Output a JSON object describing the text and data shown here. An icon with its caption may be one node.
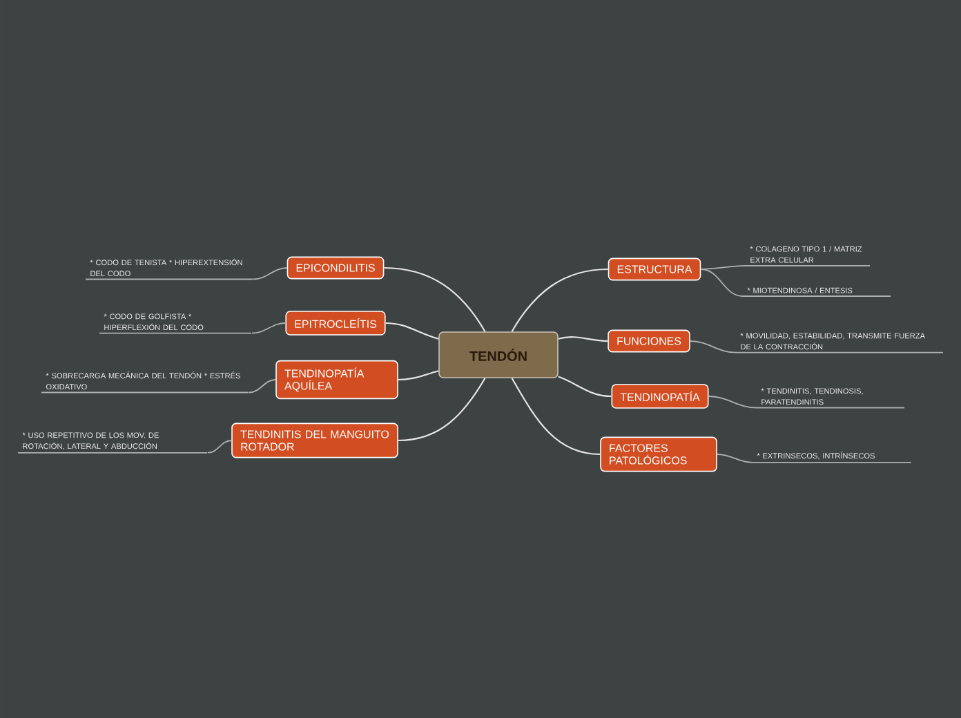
{
  "diagram": {
    "nodes": [
      {
        "text": [
          "TENDÓN"
        ]
      },
      {
        "text": [
          "ESTRUCTURA"
        ]
      },
      {
        "text": [
          "FUNCIONES"
        ]
      },
      {
        "text": [
          "TENDINOPATÍA"
        ]
      },
      {
        "text": [
          "FACTORES PATOLÓGICOS"
        ]
      },
      {
        "text": [
          "EPICONDILITIS"
        ]
      },
      {
        "text": [
          "EPITROCLEÍTIS"
        ]
      },
      {
        "text": [
          "TENDINOPATÍA AQUÍLEA"
        ]
      },
      {
        "text": [
          "TENDINITIS DEL MANGUITO ROTADOR"
        ]
      },
      {
        "text": [
          "* COLAGENO TIPO 1 / MATRIZ EXTRA CELULAR"
        ]
      },
      {
        "text": [
          "* MIOTENDINOSA / ENTESIS"
        ]
      },
      {
        "text": [
          "* MOVILIDAD, ESTABILIDAD, TRANSMITE FUERZA DE LA CONTRACCIÓN"
        ]
      },
      {
        "text": [
          "* TENDINITIS, TENDINOSIS, PARATENDINITIS"
        ]
      },
      {
        "text": [
          "* EXTRINSECOS, INTRÍNSECOS"
        ]
      },
      {
        "text": [
          "* CODO DE TENISTA * HIPEREXTENSIÓN DEL CODO"
        ]
      },
      {
        "text": [
          "* CODO DE GOLFISTA * HIPERFLEXIÓN DEL CODO"
        ]
      },
      {
        "text": [
          "* SOBRECARGA MECÁNICA DEL TENDÓN * ESTRÉS OXIDATIVO"
        ]
      },
      {
        "text": [
          "* USO REPETITIVO DE LOS MOV. DE ROTACIÓN, LATERAL Y ABDUCCIÓN"
        ]
      }
    ],
    "edges": [
      {
        "from": 0,
        "to": 1,
        "arrow": "none"
      },
      {
        "from": 0,
        "to": 2,
        "arrow": "none"
      },
      {
        "from": 0,
        "to": 3,
        "arrow": "none"
      },
      {
        "from": 0,
        "to": 4,
        "arrow": "none"
      },
      {
        "from": 0,
        "to": 5,
        "arrow": "none"
      },
      {
        "from": 0,
        "to": 6,
        "arrow": "none"
      },
      {
        "from": 0,
        "to": 7,
        "arrow": "none"
      },
      {
        "from": 0,
        "to": 8,
        "arrow": "none"
      },
      {
        "from": 1,
        "to": 9,
        "arrow": "none"
      },
      {
        "from": 1,
        "to": 10,
        "arrow": "none"
      },
      {
        "from": 2,
        "to": 11,
        "arrow": "none"
      },
      {
        "from": 3,
        "to": 12,
        "arrow": "none"
      },
      {
        "from": 4,
        "to": 13,
        "arrow": "none"
      },
      {
        "from": 5,
        "to": 14,
        "arrow": "none"
      },
      {
        "from": 6,
        "to": 15,
        "arrow": "none"
      },
      {
        "from": 7,
        "to": 16,
        "arrow": "none"
      },
      {
        "from": 8,
        "to": 17,
        "arrow": "none"
      }
    ]
  }
}
